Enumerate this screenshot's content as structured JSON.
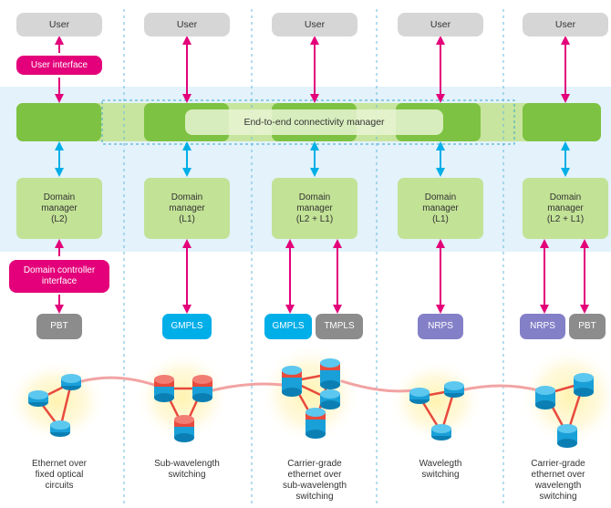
{
  "users": [
    "User",
    "User",
    "User",
    "User",
    "User"
  ],
  "user_interface": "User interface",
  "domain_controller_interface": [
    "Domain controller",
    "interface"
  ],
  "e2e_manager": "End-to-end connectivity manager",
  "domain_managers": [
    [
      "Domain",
      "manager",
      "(L2)"
    ],
    [
      "Domain",
      "manager",
      "(L1)"
    ],
    [
      "Domain",
      "manager",
      "(L2 + L1)"
    ],
    [
      "Domain",
      "manager",
      "(L1)"
    ],
    [
      "Domain",
      "manager",
      "(L2 + L1)"
    ]
  ],
  "protocols": {
    "col1": "PBT",
    "col2": "GMPLS",
    "col3a": "GMPLS",
    "col3b": "TMPLS",
    "col4": "NRPS",
    "col5a": "NRPS",
    "col5b": "PBT"
  },
  "captions": [
    [
      "Ethernet over",
      "fixed optical",
      "circuits"
    ],
    [
      "Sub-wavelength",
      "switching"
    ],
    [
      "Carrier-grade",
      "ethernet over",
      "sub-wavelength",
      "switching"
    ],
    [
      "Wavelegth",
      "switching"
    ],
    [
      "Carrier-grade",
      "ethernet over",
      "wavelength",
      "switching"
    ]
  ],
  "colors": {
    "magenta": "#e3007a",
    "cyan": "#00aee8",
    "green": "#7dc242",
    "light_green": "#c2e296",
    "light_blue_band": "#e3f2fb",
    "gray": "#8c8c8c",
    "purple": "#8480c8"
  }
}
